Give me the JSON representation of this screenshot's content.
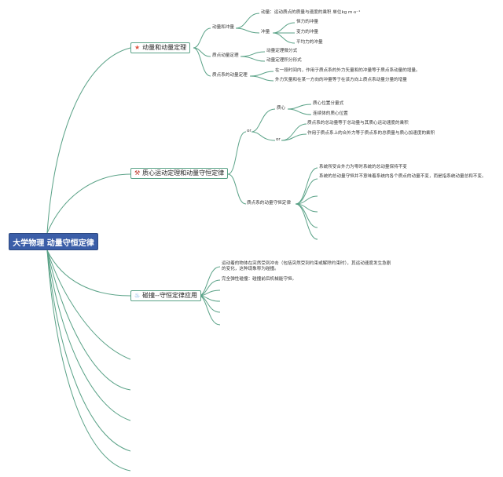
{
  "root": {
    "label": "大学物理 动量守恒定律"
  },
  "branches": [
    {
      "label": "动量和动量定理",
      "icon": "star-icon",
      "icon_color": "#e0533f",
      "children": [
        {
          "label": "动量和冲量",
          "children": [
            {
              "label": "动量：运动质点的质量与速度的乘积  单位kg m·s⁻¹"
            },
            {
              "label": "冲量",
              "children": [
                {
                  "label": "恒力的冲量"
                },
                {
                  "label": "变力的冲量"
                },
                {
                  "label": "平均力的冲量"
                }
              ]
            }
          ]
        },
        {
          "label": "质点动量定理",
          "children": [
            {
              "label": "动量定理微分式"
            },
            {
              "label": "动量定理积分形式"
            }
          ]
        },
        {
          "label": "质点系的动量定理",
          "children": [
            {
              "label": "在一段时间内，作用于质点系的外力矢量和的冲量等于质点系动量的增量。"
            },
            {
              "label": "外力矢量和在某一方向的冲量等于在该方向上质点系动量分量的增量"
            }
          ]
        }
      ]
    },
    {
      "label": "质心运动定理和动量守恒定律",
      "icon": "tools-icon",
      "icon_color": "#c0392b",
      "children": [
        {
          "label": "or",
          "children": [
            {
              "label": "质心",
              "children": [
                {
                  "label": "质心位置分量式"
                },
                {
                  "label": "连续体的质心位置"
                }
              ]
            },
            {
              "label": "or",
              "children": [
                {
                  "label": "质点系的总动量等于总动量与其质心运动速度的乘积"
                },
                {
                  "label": "作用于质点系上的合外力等于质点系的总质量与质心加速度的乘积"
                }
              ]
            }
          ]
        },
        {
          "label": "质点系的动量守恒定律",
          "children": [
            {
              "label": "系统所受合外力为零时系统的总动量保持不变"
            },
            {
              "label": "系统的总动量守恒并不意味着系统内各个质点的动量不变，而是指系统动量总和不变。"
            }
          ]
        }
      ]
    },
    {
      "label": "碰撞--守恒定律应用",
      "icon": "flame-icon",
      "icon_color": "#2d7fd3",
      "children": [
        {
          "label": "运动着的物体在突然受到冲击（包括突然受到约束或解除约束时），其运动速度发生急剧的变化，这种现象称为碰撞。"
        },
        {
          "label": "完全弹性碰撞：碰撞前后机械能守恒。"
        }
      ]
    }
  ]
}
